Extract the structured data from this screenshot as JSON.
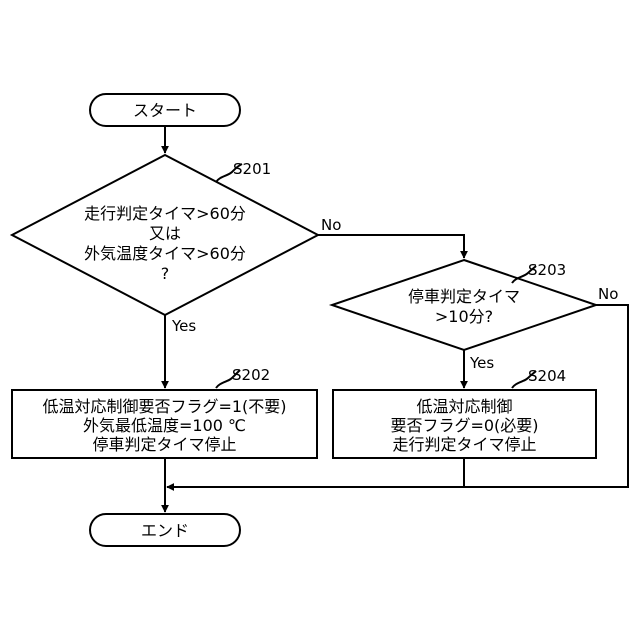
{
  "terminals": {
    "start": "スタート",
    "end": "エンド"
  },
  "steps": {
    "s201": {
      "id": "S201",
      "lines": [
        "走行判定タイマ>60分",
        "又は",
        "外気温度タイマ>60分",
        "?"
      ]
    },
    "s202": {
      "id": "S202",
      "lines": [
        "低温対応制御要否フラグ=1(不要)",
        "外気最低温度=100 ℃",
        "停車判定タイマ停止"
      ]
    },
    "s203": {
      "id": "S203",
      "lines": [
        "停車判定タイマ",
        ">10分?"
      ]
    },
    "s204": {
      "id": "S204",
      "lines": [
        "低温対応制御",
        "要否フラグ=0(必要)",
        "走行判定タイマ停止"
      ]
    }
  },
  "branch_labels": {
    "yes": "Yes",
    "no": "No"
  }
}
